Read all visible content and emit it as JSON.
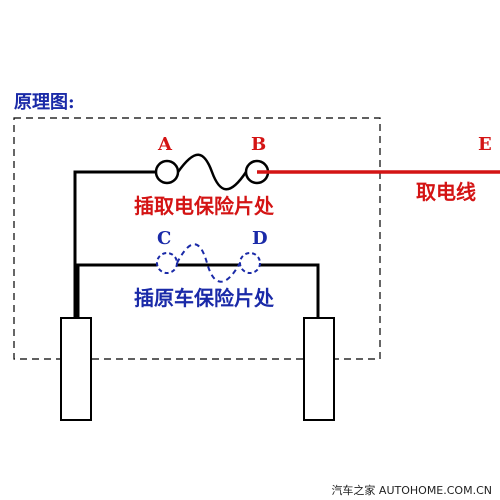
{
  "title": "原理图:",
  "points": {
    "a": "A",
    "b": "B",
    "c": "C",
    "d": "D",
    "e": "E"
  },
  "captions": {
    "red_fuse": "插取电保险片处",
    "blue_fuse": "插原车保险片处",
    "wire": "取电线"
  },
  "watermark": "汽车之家 AUTOHOME.COM.CN",
  "colors": {
    "red": "#d41414",
    "blue": "#1a2aa8",
    "black": "#000000"
  }
}
